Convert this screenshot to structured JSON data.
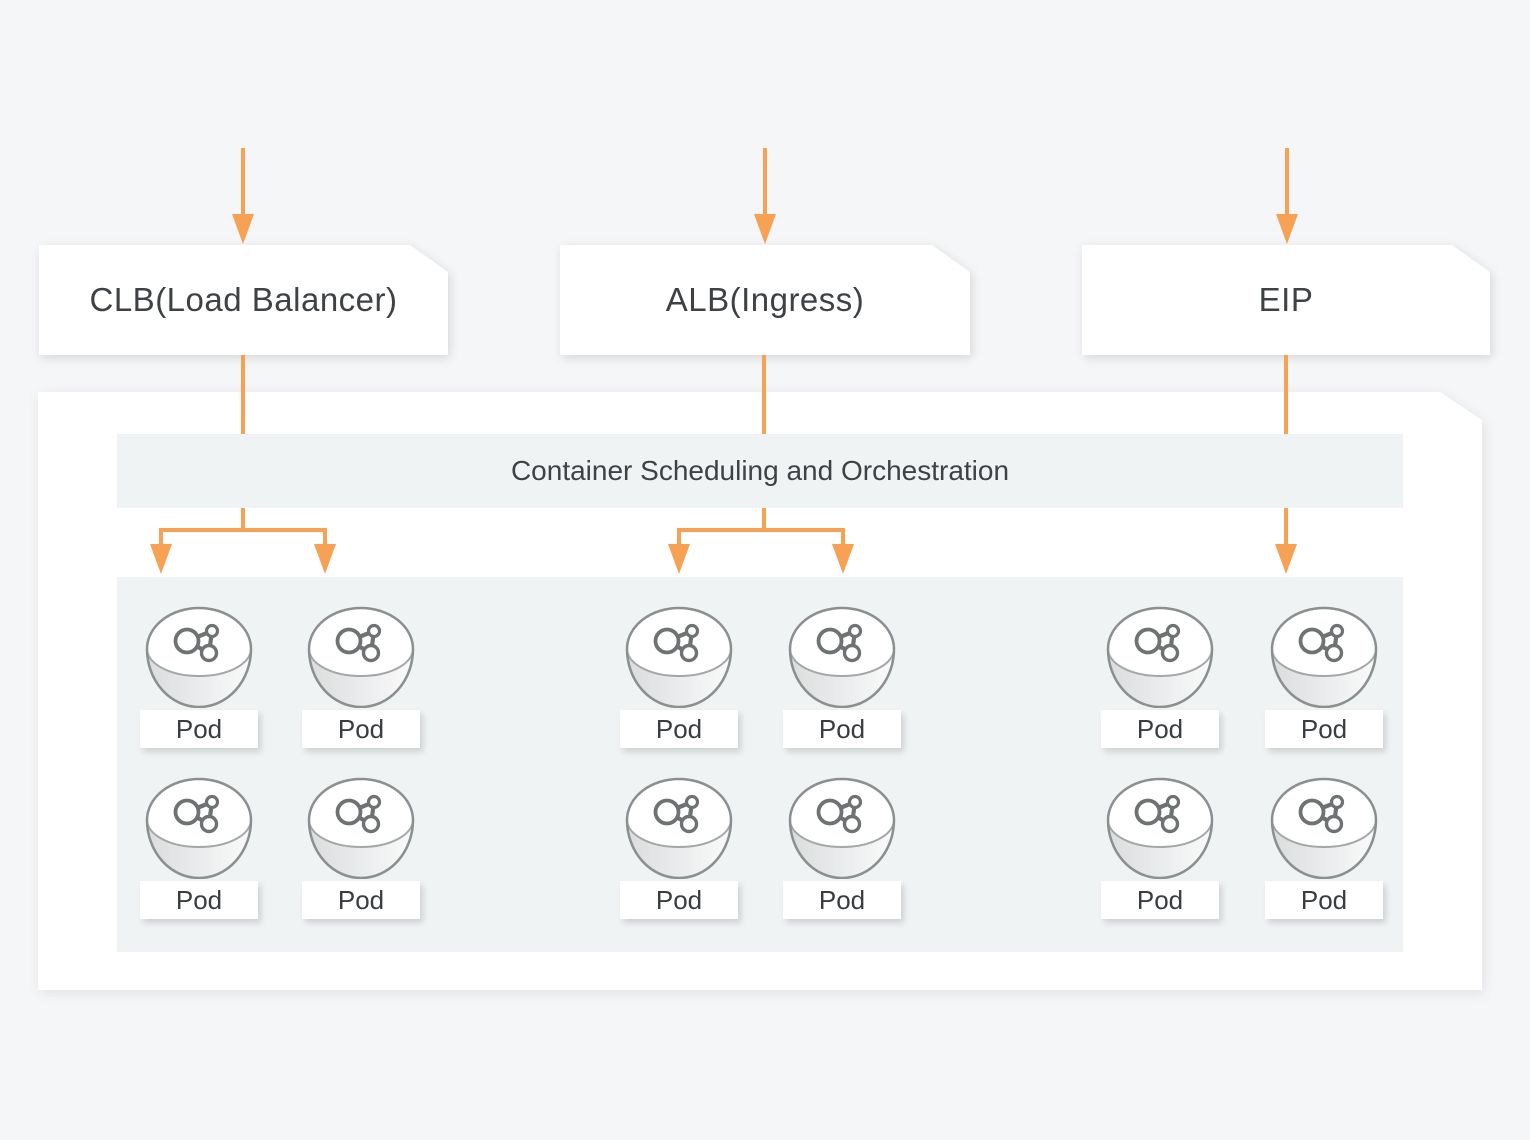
{
  "diagram": {
    "top_nodes": [
      {
        "label": "CLB(Load Balancer)"
      },
      {
        "label": "ALB(Ingress)"
      },
      {
        "label": "EIP"
      }
    ],
    "orchestration": {
      "header": "Container Scheduling and Orchestration",
      "groups": [
        {
          "name": "clb-pods",
          "pods": [
            {
              "label": "Pod"
            },
            {
              "label": "Pod"
            },
            {
              "label": "Pod"
            },
            {
              "label": "Pod"
            }
          ]
        },
        {
          "name": "alb-pods",
          "pods": [
            {
              "label": "Pod"
            },
            {
              "label": "Pod"
            },
            {
              "label": "Pod"
            },
            {
              "label": "Pod"
            }
          ]
        },
        {
          "name": "eip-pods",
          "pods": [
            {
              "label": "Pod"
            },
            {
              "label": "Pod"
            },
            {
              "label": "Pod"
            },
            {
              "label": "Pod"
            }
          ]
        }
      ]
    },
    "icons": {
      "inbound_arrow": "arrow-down-icon",
      "pod_shape": "pod-cylinder-icon",
      "pod_glyph": "pod-molecule-icon"
    },
    "colors": {
      "accent_orange": "#f7a154",
      "page_bg": "#f5f6f7",
      "panel_bg": "#ffffff",
      "band_bg": "#f0f3f4",
      "outline_gray": "#8a8f90",
      "icon_gray": "#6e7273",
      "text_dark": "#3e4245"
    }
  }
}
